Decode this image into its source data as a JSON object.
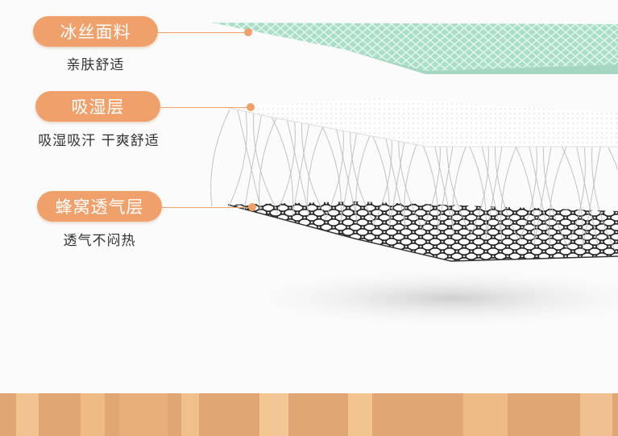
{
  "layers": [
    {
      "title": "冰丝面料",
      "subtitle": "亲肤舒适"
    },
    {
      "title": "吸湿层",
      "subtitle": "吸湿吸汗 干爽舒适"
    },
    {
      "title": "蜂窝透气层",
      "subtitle": "透气不闷热"
    }
  ],
  "colors": {
    "accent": "#f0a06b",
    "top_fabric": "#9ed9bf",
    "wood": "#e0a774"
  }
}
